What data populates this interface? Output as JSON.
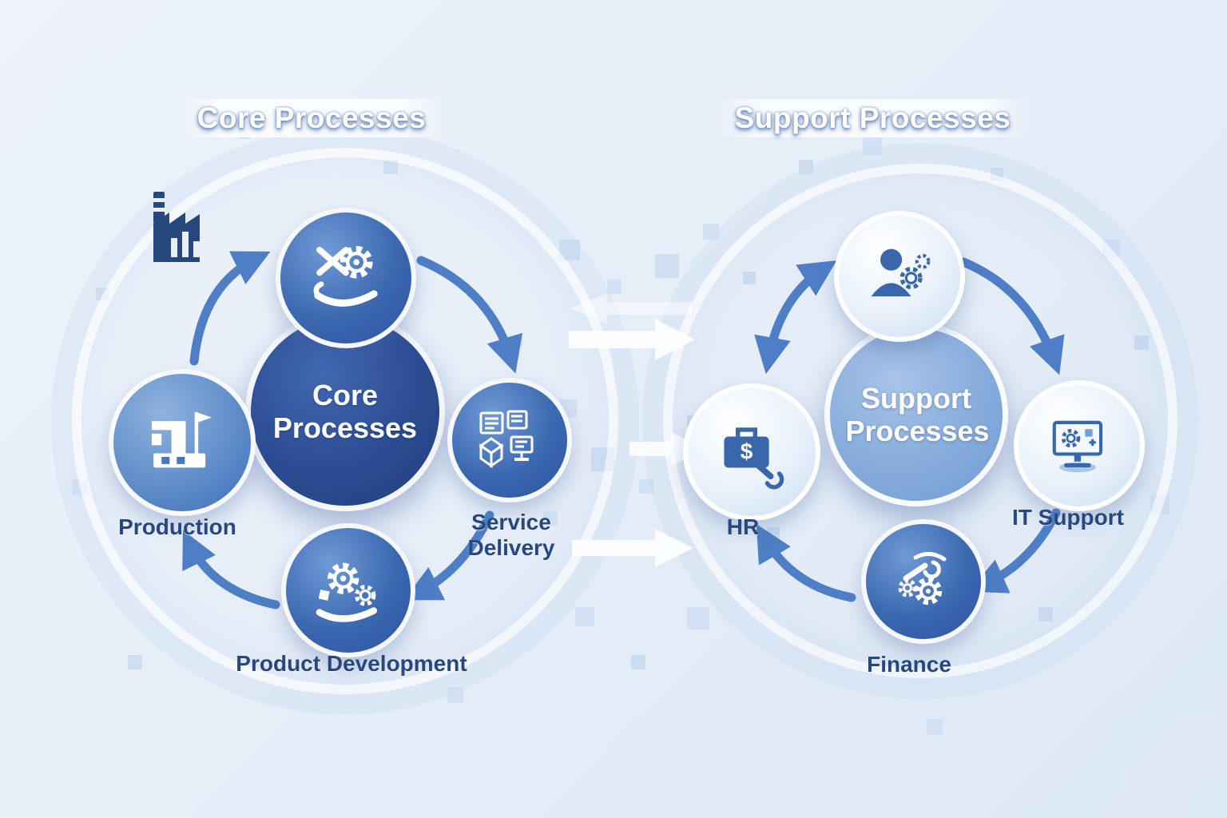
{
  "left": {
    "header": "Core Processes",
    "center_label": "Core Processes",
    "nodes": {
      "top": {
        "label": "",
        "icon": "gear-tools-hand-icon"
      },
      "production": {
        "label": "Production",
        "icon": "production-machine-icon"
      },
      "service_delivery": {
        "label": "Service Delivery",
        "icon": "documents-package-monitor-icon"
      },
      "product_development": {
        "label": "Product Development",
        "icon": "gears-hand-icon"
      }
    }
  },
  "right": {
    "header": "Support Processes",
    "center_label": "Support Processes",
    "nodes": {
      "top": {
        "label": "",
        "icon": "person-gears-icon"
      },
      "hr": {
        "label": "HR",
        "icon": "briefcase-dollar-wrench-icon"
      },
      "it_support": {
        "label": "IT Support",
        "icon": "monitor-gear-icon"
      },
      "finance": {
        "label": "Finance",
        "icon": "wrench-gears-icon"
      }
    }
  },
  "decorations": {
    "factory": "factory-icon",
    "flow_arrows": "core-to-support-flow-arrows"
  },
  "colors": {
    "background": "#e8eef6",
    "core_center": "#22407e",
    "support_center": "#6f9bd2",
    "node_blue": "#3c68b0",
    "node_pale": "#e9f1fa",
    "arrow": "#4d7ec6",
    "label_text": "#27477f",
    "header_text": "#ffffff"
  }
}
